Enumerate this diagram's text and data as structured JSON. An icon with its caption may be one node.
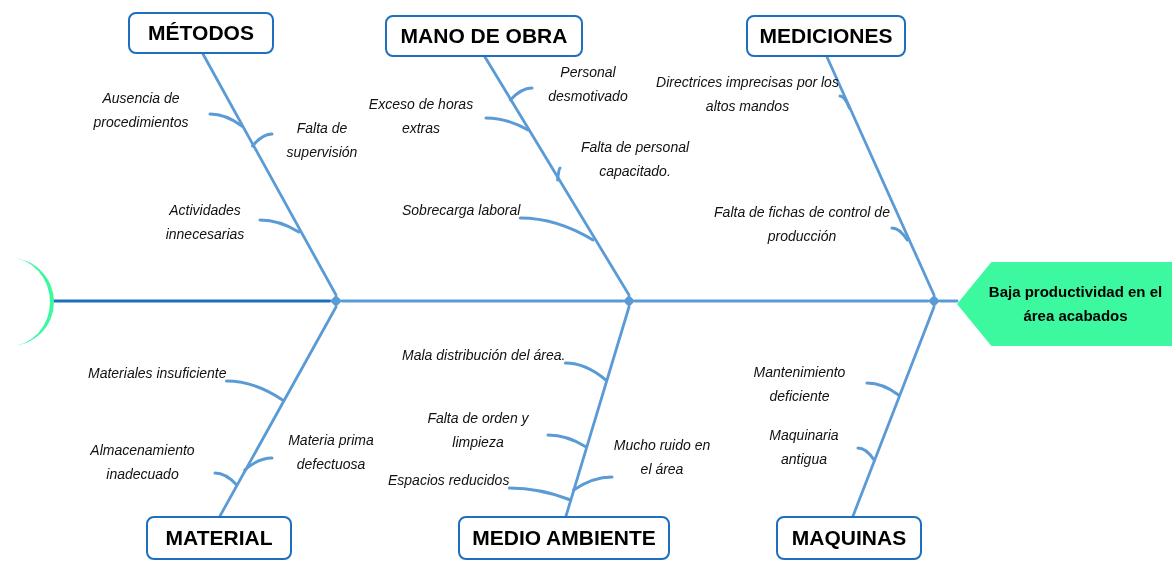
{
  "diagram": {
    "nodes": [
      {
        "text": [
          "MÉTODOS"
        ]
      },
      {
        "text": [
          "MANO DE OBRA"
        ]
      },
      {
        "text": [
          "MEDICIONES"
        ]
      },
      {
        "text": [
          "Ausencia de procedimientos"
        ]
      },
      {
        "text": [
          "Falta de supervisión"
        ]
      },
      {
        "text": [
          "Exceso de horas extras"
        ]
      },
      {
        "text": [
          "Personal desmotivado"
        ]
      },
      {
        "text": [
          "Directrices imprecisas por los altos mandos"
        ]
      },
      {
        "text": [
          "Falta de personal capacitado."
        ]
      },
      {
        "text": [
          "Actividades innecesarias"
        ]
      },
      {
        "text": [
          "Sobrecarga laboral"
        ]
      },
      {
        "text": [
          "Falta de fichas de control de producción"
        ]
      },
      {
        "text": [],
        "shape": "crescent"
      },
      {
        "text": [],
        "shape": "diamond"
      },
      {
        "text": [],
        "shape": "diamond"
      },
      {
        "text": [],
        "shape": "diamond"
      },
      {
        "text": [
          "Baja productividad en el área acabados"
        ]
      },
      {
        "text": [
          "Materiales insuficiente"
        ]
      },
      {
        "text": [
          "Mala distribución del área."
        ]
      },
      {
        "text": [
          "Mantenimiento deficiente"
        ]
      },
      {
        "text": [
          "Falta de orden y limpieza"
        ]
      },
      {
        "text": [
          "Maquinaria antigua"
        ]
      },
      {
        "text": [
          "Almacenamiento inadecuado"
        ]
      },
      {
        "text": [
          "Materia prima defectuosa"
        ]
      },
      {
        "text": [
          "Mucho ruido en el área"
        ]
      },
      {
        "text": [
          "Espacios reducidos"
        ]
      },
      {
        "text": [
          "MATERIAL"
        ]
      },
      {
        "text": [
          "MEDIO AMBIENTE"
        ]
      },
      {
        "text": [
          "MAQUINAS"
        ]
      }
    ],
    "edges": [
      {
        "from": 12,
        "to": 13,
        "arrow": "none",
        "color": "#1f6fbf"
      },
      {
        "from": 13,
        "to": 14,
        "arrow": "none"
      },
      {
        "from": 14,
        "to": 15,
        "arrow": "none"
      },
      {
        "from": 15,
        "to": 16,
        "arrow": "none"
      },
      {
        "from": 0,
        "to": 13,
        "arrow": "none"
      },
      {
        "from": 1,
        "to": 14,
        "arrow": "none"
      },
      {
        "from": 2,
        "to": 15,
        "arrow": "none"
      },
      {
        "from": 26,
        "to": 13,
        "arrow": "none"
      },
      {
        "from": 27,
        "to": 14,
        "arrow": "none"
      },
      {
        "from": 28,
        "to": 15,
        "arrow": "none"
      },
      {
        "from": 3,
        "to": null,
        "arrow": "none"
      },
      {
        "from": 4,
        "to": null,
        "arrow": "none"
      },
      {
        "from": 9,
        "to": null,
        "arrow": "none"
      },
      {
        "from": 5,
        "to": null,
        "arrow": "none"
      },
      {
        "from": 6,
        "to": null,
        "arrow": "none"
      },
      {
        "from": 8,
        "to": null,
        "arrow": "none"
      },
      {
        "from": 10,
        "to": null,
        "arrow": "none"
      },
      {
        "from": 7,
        "to": null,
        "arrow": "none"
      },
      {
        "from": 11,
        "to": null,
        "arrow": "none"
      },
      {
        "from": 17,
        "to": null,
        "arrow": "none"
      },
      {
        "from": 22,
        "to": null,
        "arrow": "none"
      },
      {
        "from": 23,
        "to": null,
        "arrow": "none"
      },
      {
        "from": 18,
        "to": null,
        "arrow": "none"
      },
      {
        "from": 20,
        "to": null,
        "arrow": "none"
      },
      {
        "from": 25,
        "to": null,
        "arrow": "none"
      },
      {
        "from": 24,
        "to": null,
        "arrow": "none"
      },
      {
        "from": 19,
        "to": null,
        "arrow": "none"
      },
      {
        "from": 21,
        "to": null,
        "arrow": "none"
      }
    ]
  }
}
